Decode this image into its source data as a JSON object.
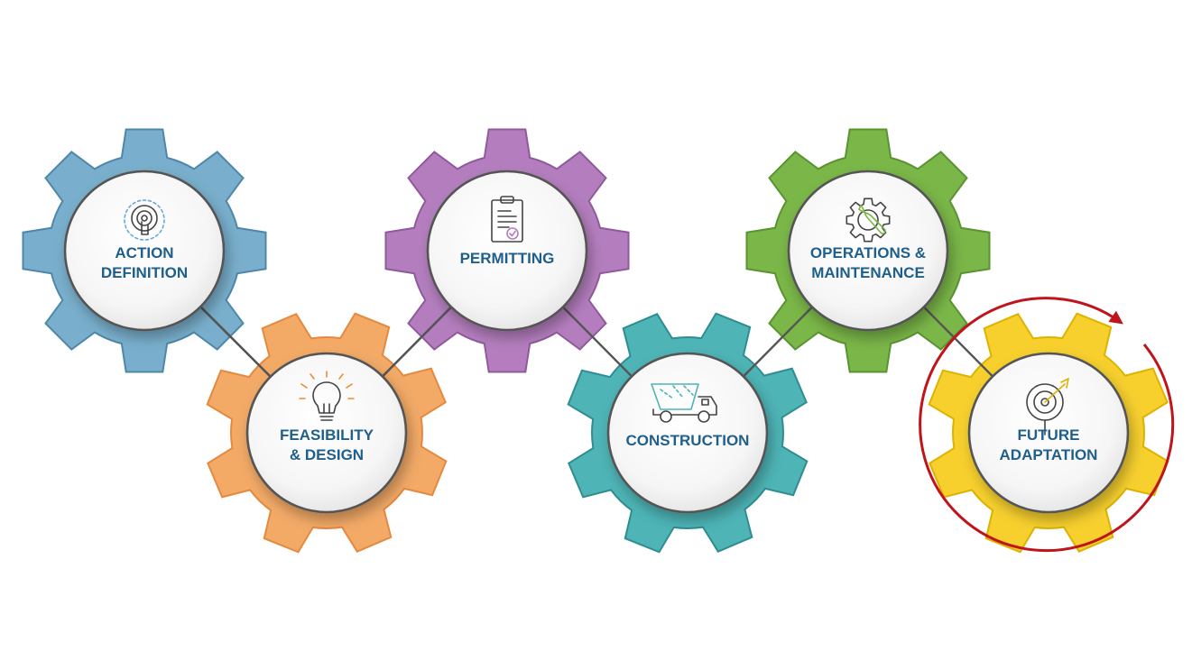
{
  "colors": {
    "text": "#1f5f8b",
    "connector": "#555555",
    "highlight_ring": "#c0141c",
    "hub_fill": "#f4f4f4"
  },
  "stages": [
    {
      "id": "action-definition",
      "lines": [
        "ACTION",
        "DEFINITION"
      ],
      "icon": "touch-target-icon",
      "color": "#79afcc",
      "stroke": "#4e87aa"
    },
    {
      "id": "feasibility-design",
      "lines": [
        "FEASIBILITY",
        "& DESIGN"
      ],
      "icon": "lightbulb-icon",
      "color": "#f3aa67",
      "stroke": "#e48a3f"
    },
    {
      "id": "permitting",
      "lines": [
        "PERMITTING"
      ],
      "icon": "clipboard-check-icon",
      "color": "#b47ebe",
      "stroke": "#8f5a9c"
    },
    {
      "id": "construction",
      "lines": [
        "CONSTRUCTION"
      ],
      "icon": "dump-truck-icon",
      "color": "#4eb4b6",
      "stroke": "#2f8d91"
    },
    {
      "id": "operations-maintenance",
      "lines": [
        "OPERATIONS &",
        "MAINTENANCE"
      ],
      "icon": "gear-wrench-icon",
      "color": "#7ab648",
      "stroke": "#5a9332"
    },
    {
      "id": "future-adaptation",
      "lines": [
        "FUTURE",
        "ADAPTATION"
      ],
      "icon": "target-dart-icon",
      "color": "#f7d02e",
      "stroke": "#dcb300"
    }
  ]
}
